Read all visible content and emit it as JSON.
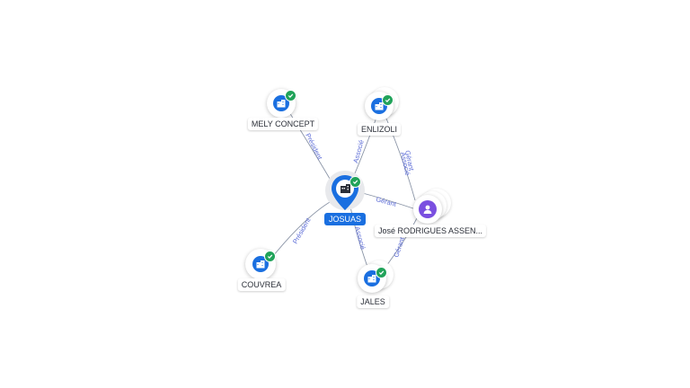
{
  "colors": {
    "company_node": "#1a6fe0",
    "person_node": "#7a4fe0",
    "verified_badge": "#21a35a",
    "edge_label": "#5b6bd6"
  },
  "icons": {
    "company": "building-icon",
    "person": "person-icon",
    "verified": "check-badge-icon"
  },
  "nodes": {
    "josuas": {
      "label": "JOSUAS",
      "type": "company",
      "primary": true
    },
    "mely": {
      "label": "MELY CONCEPT",
      "type": "company"
    },
    "enlizoli": {
      "label": "ENLIZOLI",
      "type": "company"
    },
    "couvrea": {
      "label": "COUVREA",
      "type": "company"
    },
    "jales": {
      "label": "JALES",
      "type": "company"
    },
    "jose": {
      "label": "José RODRIGUES ASSEN...",
      "type": "person"
    }
  },
  "edges": [
    {
      "from": "josuas",
      "to": "mely",
      "label": "Président"
    },
    {
      "from": "josuas",
      "to": "enlizoli",
      "label": "Associé"
    },
    {
      "from": "josuas",
      "to": "couvrea",
      "label": "Président"
    },
    {
      "from": "josuas",
      "to": "jales",
      "label": "Associé"
    },
    {
      "from": "jose",
      "to": "josuas",
      "label": "Gérant"
    },
    {
      "from": "jose",
      "to": "enlizoli",
      "label": "Gérant"
    },
    {
      "from": "jose",
      "to": "enlizoli",
      "label": "Associé"
    },
    {
      "from": "jose",
      "to": "jales",
      "label": "Gérant"
    }
  ]
}
